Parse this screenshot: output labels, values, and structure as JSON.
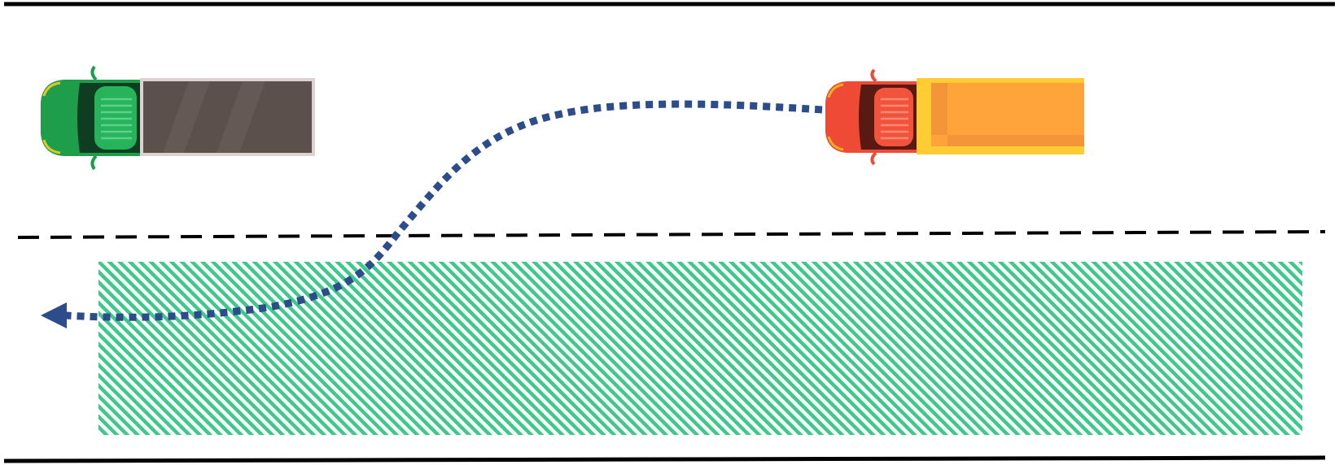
{
  "scene": {
    "road": {
      "edge_color": "#000000",
      "lane_divider": "dashed"
    },
    "hatched_zone": {
      "color": "#3cc98a",
      "pattern": "diagonal-stripes"
    },
    "vehicles": [
      {
        "id": "green-truck",
        "cab_color": "#1e9e4a",
        "cargo_color": "#5b504c",
        "facing": "left"
      },
      {
        "id": "red-truck",
        "cab_color": "#ee4a35",
        "cargo_color": "#ffa33a",
        "facing": "left"
      }
    ],
    "trajectory": {
      "color": "#2c4c8c",
      "style": "dotted",
      "arrowhead": "left-arrow-icon"
    }
  }
}
